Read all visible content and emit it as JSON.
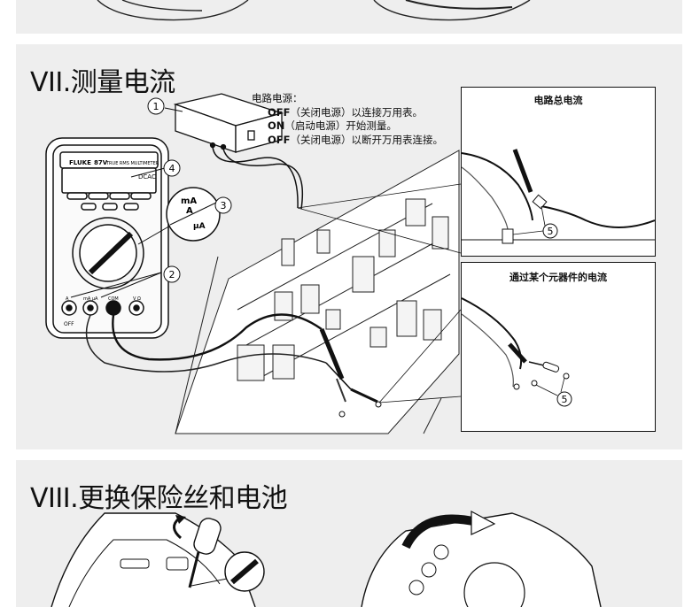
{
  "section7": {
    "title": "VII.测量电流",
    "note": {
      "heading": "电路电源：",
      "lines": [
        {
          "key": "OFF",
          "text": "（关闭电源）以连接万用表。"
        },
        {
          "key": "ON",
          "text": "（启动电源）开始测量。"
        },
        {
          "key": "OFF",
          "text": "（关闭电源）以断开万用表连接。"
        }
      ]
    },
    "callouts": [
      "1",
      "2",
      "3",
      "4",
      "5",
      "5"
    ],
    "inset_total": {
      "title": "电路总电流"
    },
    "inset_component": {
      "title": "通过某个元器件的电流"
    },
    "meter": {
      "brand": "FLUKE",
      "model": "87V",
      "model_desc": "TRUE RMS MULTIMETER",
      "display_mode": "DCAC",
      "dial_units": {
        "ma": "mA",
        "a": "A",
        "ua": "μA"
      },
      "jack_labels": [
        "A",
        "mA μA",
        "COM",
        "V Ω"
      ],
      "off_label": "OFF"
    }
  },
  "section8": {
    "title": "VIII.更换保险丝和电池"
  }
}
